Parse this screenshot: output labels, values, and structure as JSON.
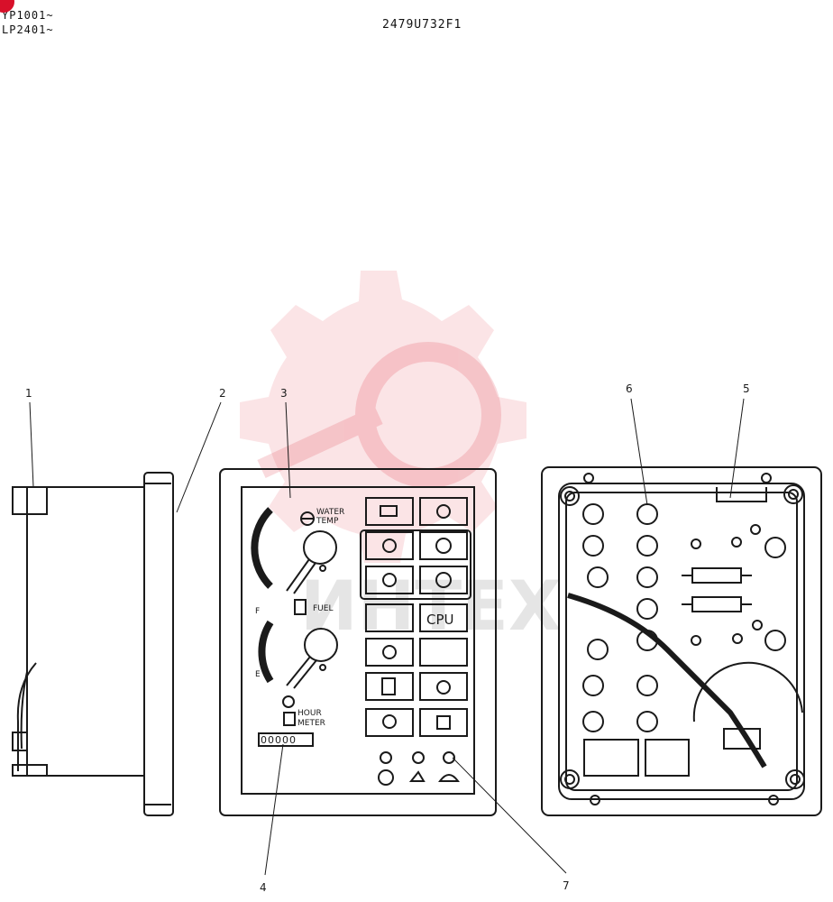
{
  "header": {
    "serial_line_1": "YP1001~",
    "serial_line_2": "LP2401~",
    "drawing_number": "2479U732F1"
  },
  "callouts": [
    "1",
    "2",
    "3",
    "4",
    "5",
    "6",
    "7"
  ],
  "gauges": {
    "water_temp_line_1": "WATER",
    "water_temp_line_2": "TEMP",
    "fuel_label": "FUEL",
    "fuel_full": "F",
    "fuel_empty": "E",
    "hour_meter_line_1": "HOUR",
    "hour_meter_line_2": "METER",
    "hour_meter_digits": "00000"
  },
  "warning_panel": {
    "cpu_label": "CPU"
  },
  "watermark": {
    "text": "ИНТЕХ",
    "color": "#e03040"
  },
  "colors": {
    "line": "#1a1a1a",
    "brand_dot": "#d8102a"
  },
  "icons": [
    "battery-icon",
    "charge-icon",
    "oil-pressure-icon",
    "water-temp-icon",
    "air-filter-icon",
    "coolant-level-icon",
    "oil-filter-icon",
    "fuel-level-icon",
    "engine-oil-level-icon",
    "hydraulic-oil-icon",
    "preheat-icon",
    "fast-speed-icon",
    "slow-speed-icon"
  ]
}
